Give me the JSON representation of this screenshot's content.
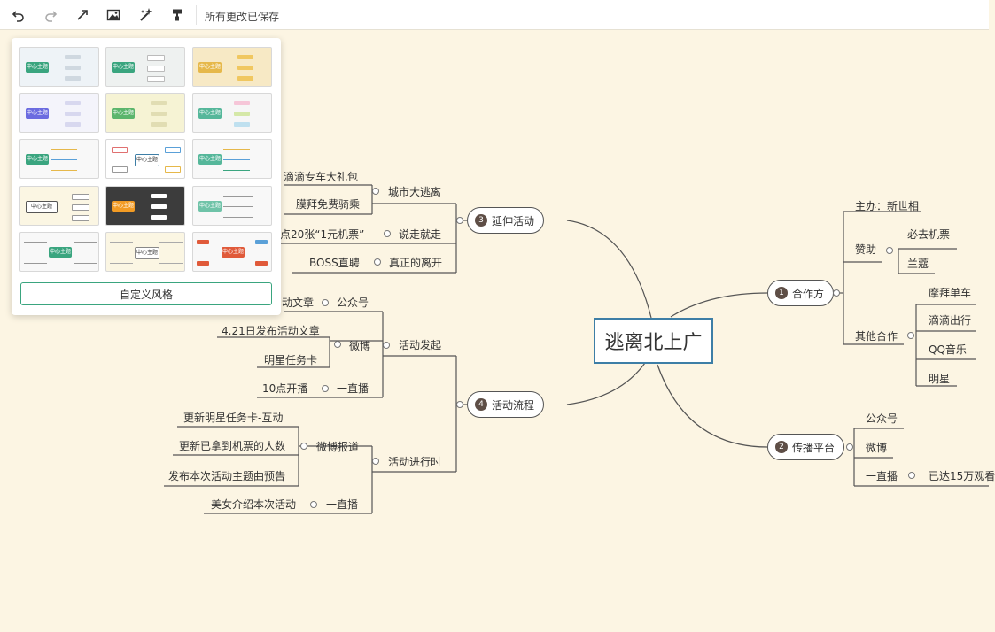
{
  "toolbar": {
    "undo_icon": "undo-icon",
    "redo_icon": "redo-icon",
    "connect_icon": "arrow-connector-icon",
    "image_icon": "image-icon",
    "style_icon": "magic-wand-icon",
    "format_icon": "format-painter-icon",
    "save_status": "所有更改已保存"
  },
  "style_panel": {
    "thumb_label": "中心主题",
    "custom_button": "自定义风格"
  },
  "mindmap": {
    "central": "逃离北上广",
    "topics": {
      "t1": {
        "num": "1",
        "label": "合作方"
      },
      "t2": {
        "num": "2",
        "label": "传播平台"
      },
      "t3": {
        "num": "3",
        "label": "延伸活动"
      },
      "t4": {
        "num": "4",
        "label": "活动流程"
      }
    },
    "labels": {
      "host": "主办：新世相",
      "sponsor": "赞助",
      "sponsor_1": "必去机票",
      "sponsor_2": "兰蔻",
      "other": "其他合作",
      "other_1": "摩拜单车",
      "other_2": "滴滴出行",
      "other_3": "QQ音乐",
      "other_4": "明星",
      "platform_1": "公众号",
      "platform_2": "微博",
      "platform_3": "一直播",
      "platform_3_note": "已达15万观看",
      "ext_city": "城市大逃离",
      "ext_city_1": "滴滴专车大礼包",
      "ext_city_2": "膜拜免费骑乘",
      "ext_go": "说走就走",
      "ext_go_1": "点20张“1元机票”",
      "ext_leave": "真正的离开",
      "ext_leave_1": "BOSS直聘",
      "launch": "活动发起",
      "launch_wx": "公众号",
      "launch_wx_1": "动文章",
      "launch_wb": "微博",
      "launch_wb_1": "4.21日发布活动文章",
      "launch_wb_2": "明星任务卡",
      "launch_zb": "一直播",
      "launch_zb_1": "10点开播",
      "running": "活动进行时",
      "running_wb": "微博报道",
      "running_wb_1": "更新明星任务卡-互动",
      "running_wb_2": "更新已拿到机票的人数",
      "running_wb_3": "发布本次活动主题曲预告",
      "running_zb": "一直播",
      "running_zb_1": "美女介绍本次活动"
    }
  }
}
